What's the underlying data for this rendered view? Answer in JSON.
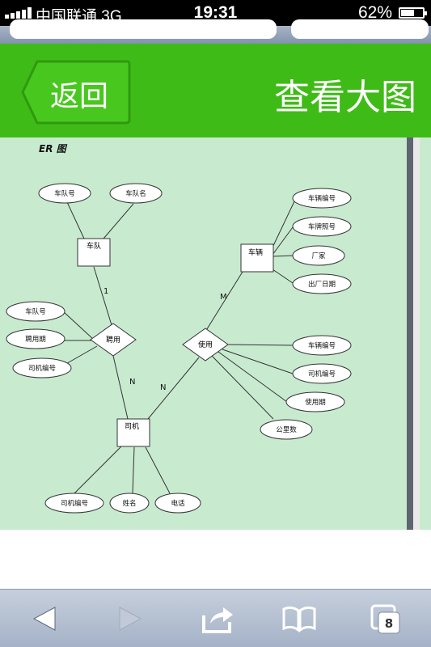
{
  "status_bar": {
    "carrier": "中国联通  3G",
    "time": "19:31",
    "battery_percent": "62%",
    "battery_level": 0.62
  },
  "header": {
    "back_label": "返回",
    "title": "查看大图",
    "background_color": "#3fbb18"
  },
  "er_diagram": {
    "title": "ER 图",
    "entities": {
      "fleet": "车队",
      "vehicle": "车辆",
      "driver": "司机"
    },
    "relationships": {
      "hire": "聘用",
      "use": "使用"
    },
    "attributes": {
      "fleet_no": "车队号",
      "fleet_name": "车队名",
      "vehicle_no": "车辆编号",
      "plate_no": "车牌照号",
      "maker": "厂家",
      "manufacture_date": "出厂日期",
      "hire_fleet_no": "车队号",
      "hire_period": "聘用期",
      "hire_driver_no": "司机编号",
      "use_vehicle_no": "车辆编号",
      "use_driver_no": "司机编号",
      "use_period": "使用期",
      "mileage": "公里数",
      "driver_no": "司机编号",
      "driver_name": "姓名",
      "driver_phone": "电话"
    },
    "cardinalities": {
      "fleet_hire": "1",
      "hire_driver": "N",
      "driver_use": "N",
      "vehicle_use": "M"
    },
    "background_color": "#c8ebd0"
  },
  "toolbar": {
    "back_icon": "back-arrow-icon",
    "forward_icon": "forward-arrow-icon",
    "share_icon": "share-icon",
    "bookmarks_icon": "book-icon",
    "tabs_icon": "tabs-icon",
    "tab_count": "8"
  }
}
